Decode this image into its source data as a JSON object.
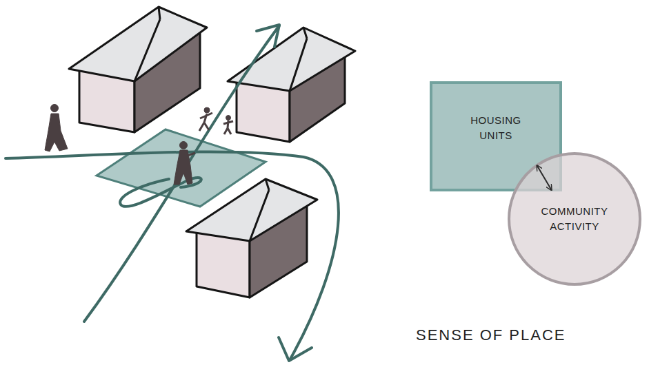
{
  "diagram": {
    "caption": "SENSE OF PLACE",
    "nodes": [
      {
        "text": [
          "HOUSING UNITS"
        ]
      },
      {
        "text": [
          "COMMUNITY ACTIVITY"
        ]
      }
    ],
    "edges": [
      {
        "from": 0,
        "to": 1,
        "arrow": "both"
      }
    ]
  }
}
